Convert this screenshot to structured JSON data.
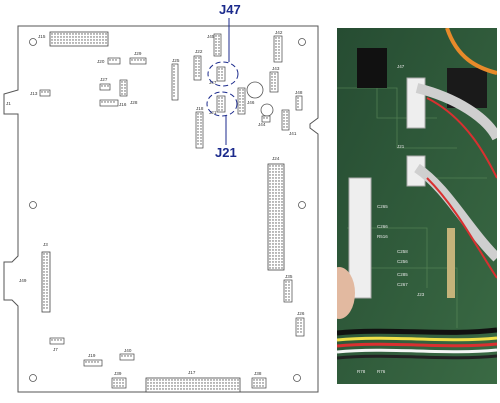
{
  "board": {
    "connectors": [
      {
        "id": "J15",
        "label": "J15"
      },
      {
        "id": "J20",
        "label": "J20"
      },
      {
        "id": "J29",
        "label": "J29"
      },
      {
        "id": "J27",
        "label": "J27"
      },
      {
        "id": "J28",
        "label": "J28"
      },
      {
        "id": "J13",
        "label": "J13"
      },
      {
        "id": "J1",
        "label": "J1"
      },
      {
        "id": "J16",
        "label": "J16"
      },
      {
        "id": "J25",
        "label": "J25"
      },
      {
        "id": "J22",
        "label": "J22"
      },
      {
        "id": "J45",
        "label": "J45"
      },
      {
        "id": "J42",
        "label": "J42"
      },
      {
        "id": "J43",
        "label": "J43"
      },
      {
        "id": "J48",
        "label": "J48"
      },
      {
        "id": "J47",
        "label": "J47"
      },
      {
        "id": "J21",
        "label": "J21"
      },
      {
        "id": "J46",
        "label": "J46"
      },
      {
        "id": "J44",
        "label": "J44"
      },
      {
        "id": "J41",
        "label": "J41"
      },
      {
        "id": "J18",
        "label": "J18"
      },
      {
        "id": "J24",
        "label": "J24"
      },
      {
        "id": "J3",
        "label": "J3"
      },
      {
        "id": "J49",
        "label": "J49"
      },
      {
        "id": "J35",
        "label": "J35"
      },
      {
        "id": "J26",
        "label": "J26"
      },
      {
        "id": "J7",
        "label": "J7"
      },
      {
        "id": "J19",
        "label": "J19"
      },
      {
        "id": "J40",
        "label": "J40"
      },
      {
        "id": "J39",
        "label": "J39"
      },
      {
        "id": "J17",
        "label": "J17"
      },
      {
        "id": "J38",
        "label": "J38"
      }
    ],
    "callouts": {
      "top": "J47",
      "bottom": "J21"
    }
  },
  "photo": {
    "silkscreen": [
      "J47",
      "J21",
      "C265",
      "C266",
      "R516",
      "C258",
      "C256",
      "C285",
      "C267",
      "J23",
      "R78",
      "R76"
    ]
  },
  "colors": {
    "callout": "#1b2a8c",
    "board_outline": "#555555",
    "pcb_green": "#2f5a3a",
    "connector_white": "#eeeeee"
  }
}
